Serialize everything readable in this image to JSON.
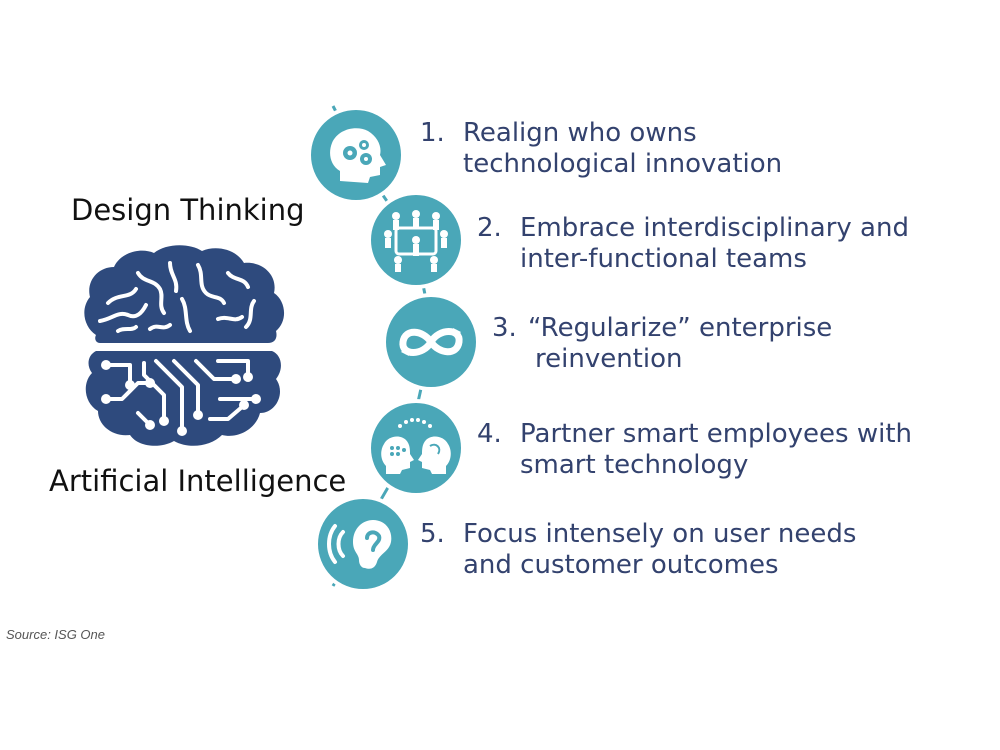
{
  "labels": {
    "top": "Design Thinking",
    "bottom": "Artificial Intelligence"
  },
  "colors": {
    "brain": "#2e4a7d",
    "circle": "#4aa7b8",
    "circle_border": "#ffffff",
    "text": "#33426e",
    "spine": "#4aa7b8"
  },
  "steps": [
    {
      "number": "1.",
      "lines": [
        "Realign who owns",
        "technological innovation"
      ],
      "icon": "head-gears-icon"
    },
    {
      "number": "2.",
      "lines": [
        "Embrace interdisciplinary and",
        "inter-functional teams"
      ],
      "icon": "team-network-icon"
    },
    {
      "number": "3.",
      "lines": [
        "“Regularize” enterprise",
        "reinvention"
      ],
      "icon": "infinity-loop-icon"
    },
    {
      "number": "4.",
      "lines": [
        "Partner smart employees with",
        "smart technology"
      ],
      "icon": "human-ai-heads-icon"
    },
    {
      "number": "5.",
      "lines": [
        "Focus intensely on user needs",
        "and customer outcomes"
      ],
      "icon": "ear-listening-icon"
    }
  ],
  "source": "Source: ISG One"
}
